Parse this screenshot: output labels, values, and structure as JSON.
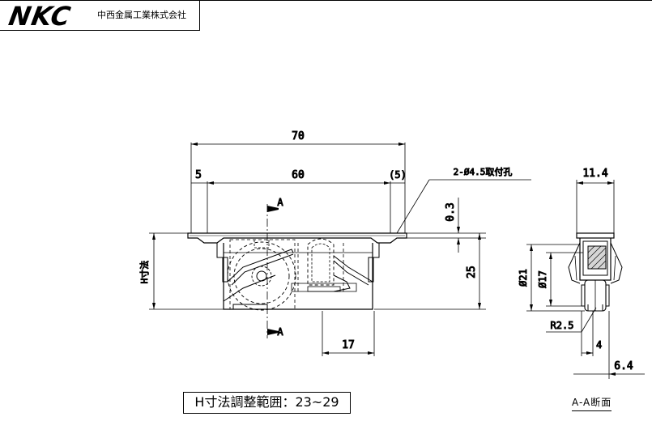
{
  "header": {
    "logo": "NKC",
    "company": "中西金属工業株式会社"
  },
  "dimensions": {
    "overall_width": "70",
    "left_offset": "5",
    "hole_pitch": "60",
    "right_offset": "(5)",
    "hole_callout": "2-Ø4.5取付孔",
    "plate_thickness": "0.3",
    "height_adjust": "H寸法",
    "body_height": "25",
    "roller_offset": "17",
    "section_marker": "A"
  },
  "section_view": {
    "width": "11.4",
    "outer_diameter": "Ø21",
    "inner_diameter": "Ø17",
    "radius": "R2.5",
    "dim_4": "4",
    "dim_6_4": "6.4",
    "label": "A-A断面"
  },
  "notes": {
    "range": "H寸法調整範囲：23~29"
  }
}
